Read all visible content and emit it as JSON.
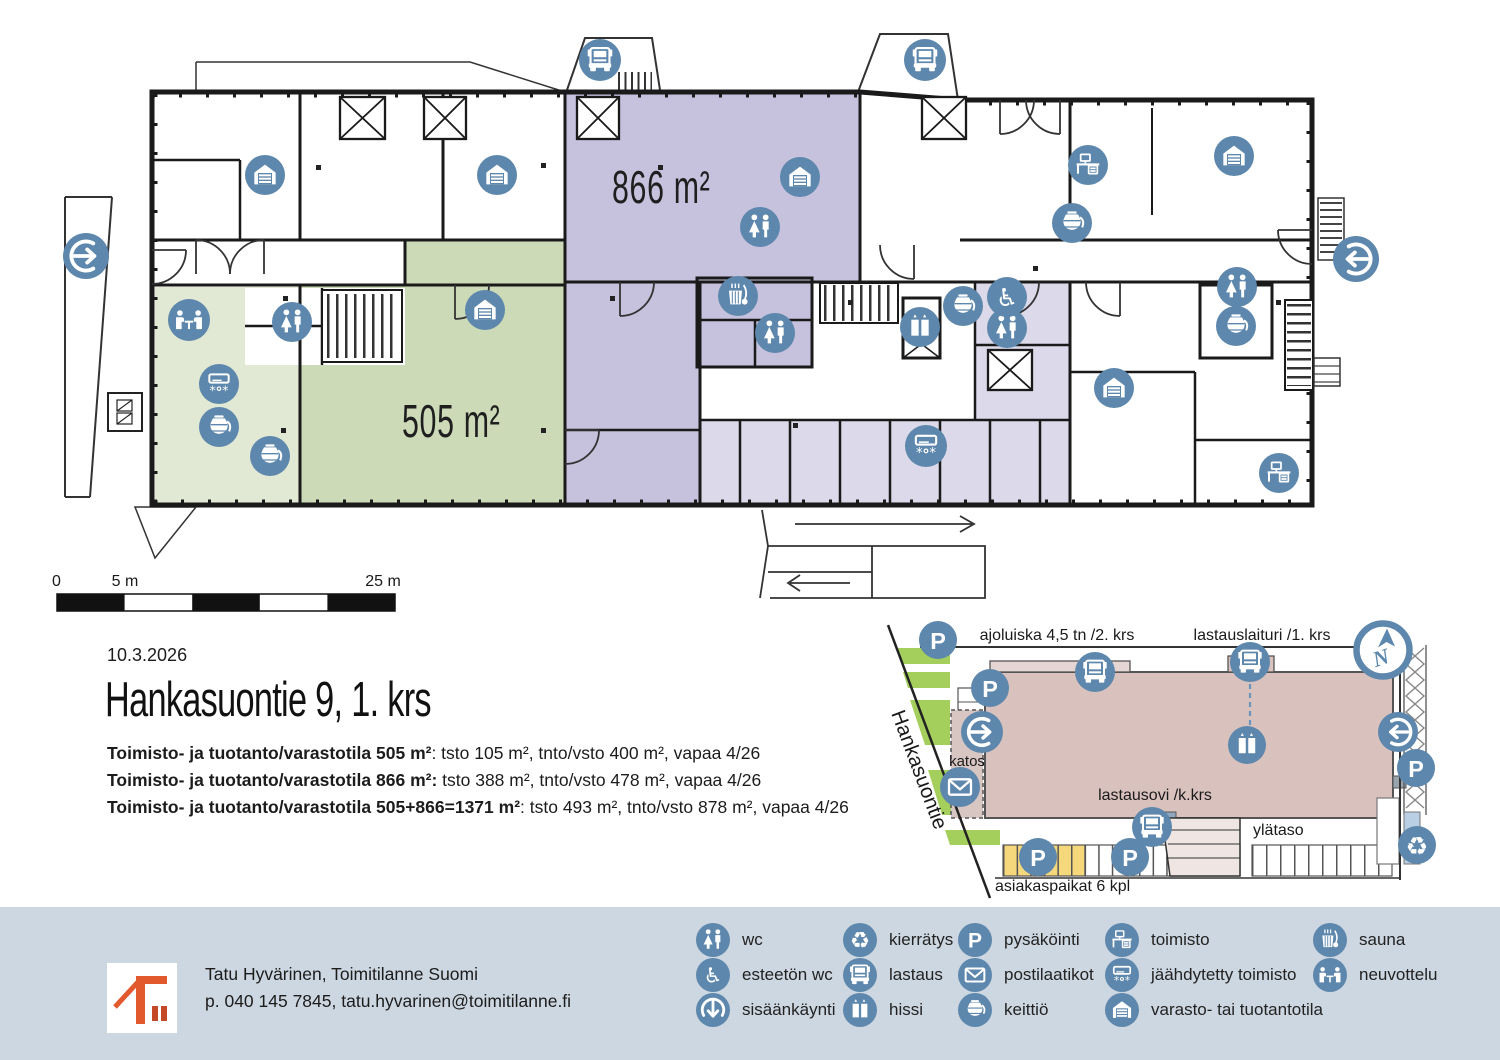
{
  "header": {
    "date": "10.3.2026",
    "title": "Hankasuontie 9, 1. krs"
  },
  "descriptions": [
    {
      "bold": "Toimisto- ja tuotanto/varastotila 505 m²",
      "rest": ": tsto 105 m², tnto/vsto 400 m², vapaa 4/26"
    },
    {
      "bold": "Toimisto- ja tuotanto/varastotila 866 m²:",
      "rest": " tsto 388 m², tnto/vsto 478 m², vapaa 4/26"
    },
    {
      "bold": "Toimisto- ja tuotanto/varastotila 505+866=1371 m²",
      "rest": ": tsto 493 m², tnto/vsto 878 m², vapaa 4/26"
    }
  ],
  "floor_plan": {
    "area_label_866": "866 m²",
    "area_label_505": "505 m²"
  },
  "scale_bar": {
    "tick_0": "0",
    "tick_5": "5 m",
    "tick_25": "25 m"
  },
  "site_plan": {
    "street_name": "Hankasuontie",
    "ajoluiska_label": "ajoluiska 4,5 tn /2. krs",
    "lastauslaituri_label": "lastauslaituri /1. krs",
    "katos_label": "katos",
    "lastausovi_label": "lastausovi /k.krs",
    "ylataso_label": "ylätaso",
    "asiakaspaikat_label": "asiakaspaikat 6 kpl",
    "compass": "N"
  },
  "contact": {
    "name_company": "Tatu Hyvärinen, Toimitilanne Suomi",
    "phone_email": "p. 040 145 7845, tatu.hyvarinen@toimitilanne.fi"
  },
  "legend": {
    "columns": [
      {
        "items": [
          {
            "icon": "wc-icon",
            "label": "wc"
          },
          {
            "icon": "accessible-wc-icon",
            "label": "esteetön wc"
          },
          {
            "icon": "entrance-icon",
            "label": "sisäänkäynti"
          }
        ]
      },
      {
        "items": [
          {
            "icon": "recycle-icon",
            "label": "kierrätys"
          },
          {
            "icon": "truck-icon",
            "label": "lastaus"
          },
          {
            "icon": "elevator-icon",
            "label": "hissi"
          }
        ]
      },
      {
        "items": [
          {
            "icon": "parking-icon",
            "label": "pysäköinti"
          },
          {
            "icon": "mailbox-icon",
            "label": "postilaatikot"
          },
          {
            "icon": "kitchen-icon",
            "label": "keittiö"
          }
        ]
      },
      {
        "items": [
          {
            "icon": "office-icon",
            "label": "toimisto"
          },
          {
            "icon": "cooled-office-icon",
            "label": "jäähdytetty toimisto"
          },
          {
            "icon": "storage-icon",
            "label": "varasto- tai tuotantotila"
          }
        ]
      },
      {
        "items": [
          {
            "icon": "sauna-icon",
            "label": "sauna"
          },
          {
            "icon": "meeting-icon",
            "label": "neuvottelu"
          }
        ]
      }
    ]
  },
  "colors": {
    "icon_blue": "#5d87ac",
    "legend_bg": "#cdd7e1",
    "area_866_fill": "#c6c1dc",
    "area_866_light": "#dcdaea",
    "area_505_fill": "#ccdab7",
    "area_505_light": "#e1e8d3",
    "site_building": "#d9c2be",
    "site_green": "#a5cf5d",
    "site_parking_yellow": "#f6d87c"
  }
}
